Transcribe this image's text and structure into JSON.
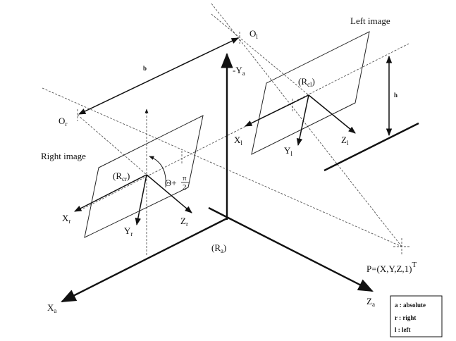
{
  "labels": {
    "left_image": "Left image",
    "right_image": "Right image",
    "o_left": "O",
    "o_left_sub": "l",
    "o_right": "O",
    "o_right_sub": "r",
    "baseline": "b",
    "height": "h",
    "neg_y_axis": "-Y",
    "neg_y_axis_sub": "a",
    "x_axis": "X",
    "x_axis_sub": "a",
    "z_axis": "Z",
    "z_axis_sub": "a",
    "origin": "(R",
    "origin_sub": "a",
    "origin_close": ")",
    "r_cl": "(R",
    "r_cl_sub": "cl",
    "r_cl_close": ")",
    "r_cr": "(R",
    "r_cr_sub": "cr",
    "r_cr_close": ")",
    "x_l": "X",
    "x_l_sub": "l",
    "y_l": "Y",
    "y_l_sub": "l",
    "z_l": "Z",
    "z_l_sub": "l",
    "x_r": "X",
    "x_r_sub": "r",
    "y_r": "Y",
    "y_r_sub": "r",
    "z_r": "Z",
    "z_r_sub": "r",
    "angle": "Θ+",
    "angle_num": "π",
    "angle_den": "2",
    "point": "P=(X,Y,Z,1)",
    "point_sup": "T"
  },
  "legend": [
    "a : absolute",
    "r : right",
    "l : left"
  ]
}
